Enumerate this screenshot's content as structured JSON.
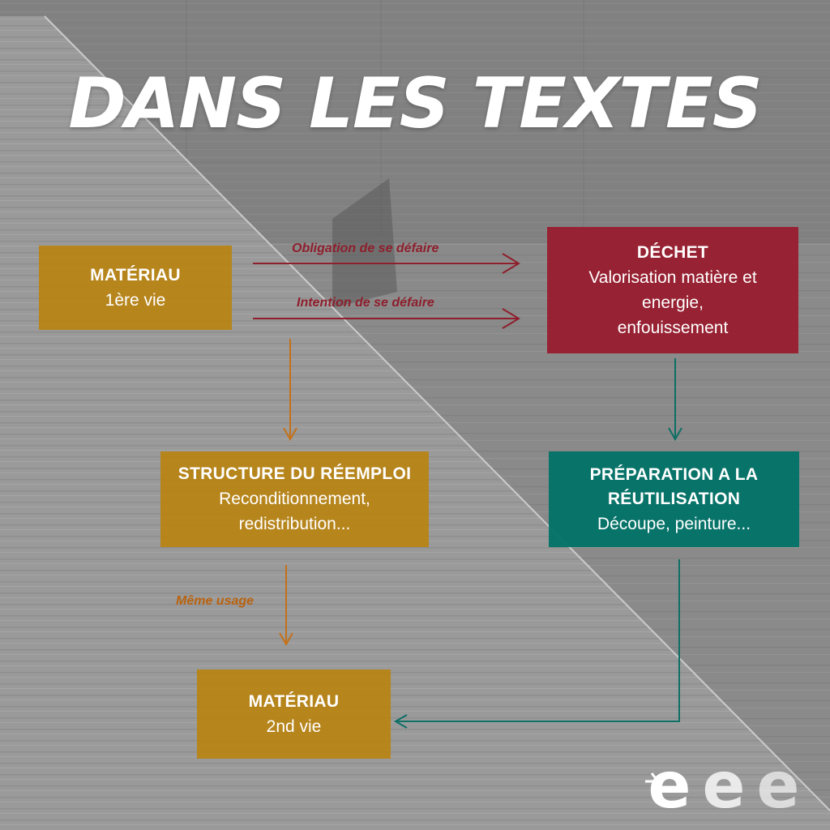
{
  "title": "DANS LES TEXTES",
  "colors": {
    "gold": "#b88312",
    "red": "#981c2e",
    "teal": "#007267",
    "gold_label": "#b8620e",
    "red_label": "#8e1f2c"
  },
  "nodes": {
    "materiau1": {
      "head": "MATÉRIAU",
      "body": "1ère vie"
    },
    "dechet": {
      "head": "DÉCHET",
      "body1": "Valorisation matière et",
      "body2": "energie,",
      "body3": "enfouissement"
    },
    "structure": {
      "head": "STRUCTURE  DU RÉEMPLOI",
      "body1": "Reconditionnement,",
      "body2": "redistribution..."
    },
    "preparation": {
      "head1": "PRÉPARATION A LA",
      "head2": "RÉUTILISATION",
      "body": "Découpe, peinture..."
    },
    "materiau2": {
      "head": "MATÉRIAU",
      "body": "2nd vie"
    }
  },
  "edges": {
    "obligation": "Obligation de se défaire",
    "intention": "Intention de se défaire",
    "meme_usage": "Même usage"
  },
  "logo": {
    "icon": "triple-e-logo-icon"
  }
}
